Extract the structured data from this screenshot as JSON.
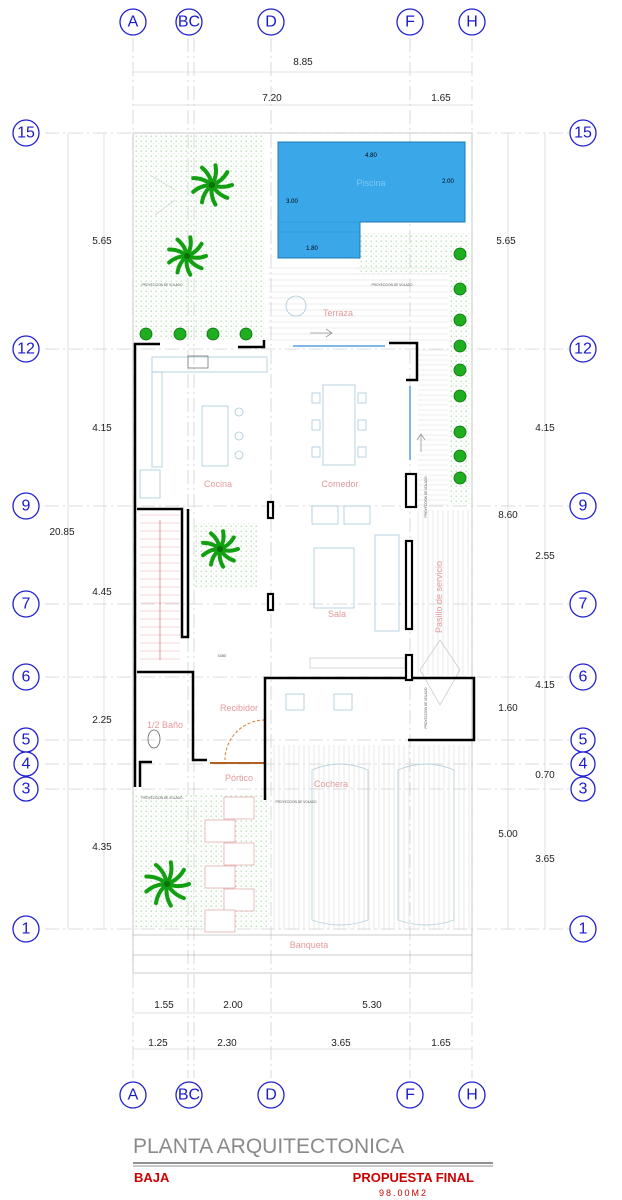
{
  "grid": {
    "columns": [
      "A",
      "BC",
      "D",
      "F",
      "H"
    ],
    "rows": [
      "15",
      "12",
      "9",
      "7",
      "6",
      "5",
      "4",
      "3",
      "1"
    ]
  },
  "dimensions": {
    "top_total": "8.85",
    "top_left": "7.20",
    "top_right": "1.65",
    "left": [
      "5.65",
      "4.15",
      "4.45",
      "2.25",
      "4.35"
    ],
    "left_total": "20.85",
    "right": [
      "5.65",
      "4.15",
      "8.60",
      "2.55",
      "4.15",
      "1.60",
      "0.70",
      "5.00",
      "3.65"
    ],
    "bottom_row1": [
      "1.55",
      "2.00",
      "5.30"
    ],
    "bottom_row2": [
      "1.25",
      "2.30",
      "3.65",
      "1.65"
    ]
  },
  "pool": {
    "label": "Piscina",
    "dim_top": "4.80",
    "dim_right": "2.00",
    "dim_left": "3.00",
    "dim_bottom": "1.80"
  },
  "rooms": {
    "terraza": "Terraza",
    "cocina": "Cocina",
    "comedor": "Comedor",
    "sala": "Sala",
    "pasillo": "Pasillo de servicio",
    "recibidor": "Recibidor",
    "bano": "1/2 Baño",
    "portico": "Pórtico",
    "cochera": "Cochera",
    "banqueta": "Banqueta"
  },
  "notes": {
    "volado": "PROYECCION DE VOLADO",
    "sube": "SUBE"
  },
  "title": {
    "main": "PLANTA ARQUITECTONICA",
    "left": "BAJA",
    "right": "PROPUESTA FINAL",
    "area": "98.00M2"
  },
  "colors": {
    "pool": "#3aa7e8",
    "wall": "#000000",
    "grid": "#1a1acc",
    "room_label": "#e69a9a",
    "title_red": "#cc0000"
  }
}
